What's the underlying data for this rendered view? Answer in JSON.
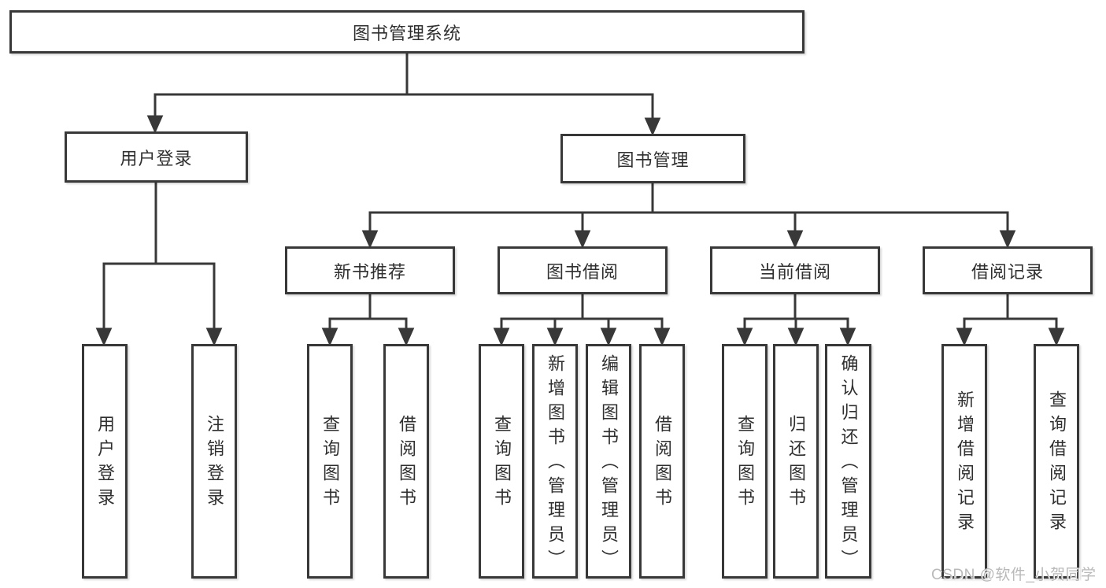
{
  "diagram": {
    "title": "图书管理系统",
    "branches": [
      {
        "label": "用户登录",
        "leaves": [
          {
            "label": "用户登录"
          },
          {
            "label": "注销登录"
          }
        ]
      },
      {
        "label": "图书管理",
        "groups": [
          {
            "label": "新书推荐",
            "leaves": [
              {
                "label": "查询图书"
              },
              {
                "label": "借阅图书"
              }
            ]
          },
          {
            "label": "图书借阅",
            "leaves": [
              {
                "label": "查询图书"
              },
              {
                "label": "新增图书（管理员）"
              },
              {
                "label": "编辑图书（管理员）"
              },
              {
                "label": "借阅图书"
              }
            ]
          },
          {
            "label": "当前借阅",
            "leaves": [
              {
                "label": "查询图书"
              },
              {
                "label": "归还图书"
              },
              {
                "label": "确认归还（管理员）"
              }
            ]
          },
          {
            "label": "借阅记录",
            "leaves": [
              {
                "label": "新增借阅记录"
              },
              {
                "label": "查询借阅记录"
              }
            ]
          }
        ]
      }
    ]
  },
  "watermark": {
    "text": "CSDN @软件_小贺同学"
  },
  "colors": {
    "line": "#383838",
    "text": "#2f2f2f",
    "watermark": "#b9b9b9",
    "background": "#ffffff"
  }
}
